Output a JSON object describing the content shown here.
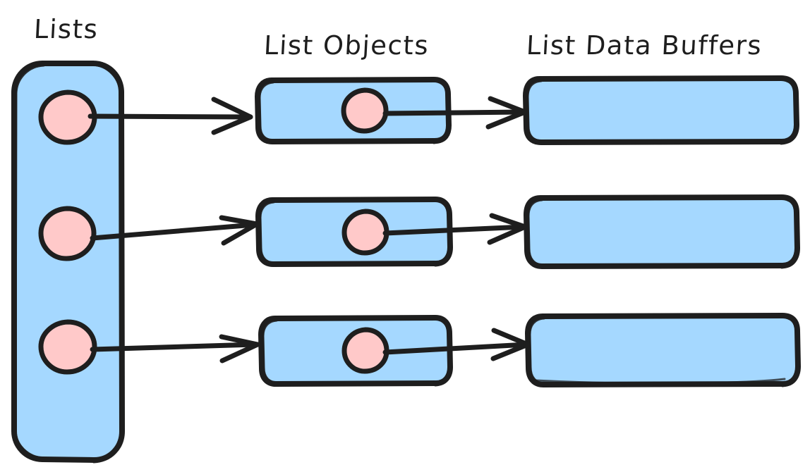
{
  "diagram": {
    "title": "Lists / List Objects / List Data Buffers memory layout",
    "style": "hand-drawn",
    "background": "#ffffff",
    "palette": {
      "stroke": "#1e1e1e",
      "container_fill": "#a5d8ff",
      "box_fill": "#a5d8ff",
      "pointer_fill": "#ffc9c9",
      "text": "#1e1e1e"
    },
    "columns": [
      {
        "id": "lists",
        "label": "Lists"
      },
      {
        "id": "list-objects",
        "label": "List Objects"
      },
      {
        "id": "list-buffers",
        "label": "List Data Buffers"
      }
    ],
    "lists_container": {
      "label": "Lists",
      "slot_count": 3,
      "slots": [
        {
          "index": 0,
          "kind": "pointer-circle"
        },
        {
          "index": 1,
          "kind": "pointer-circle"
        },
        {
          "index": 2,
          "kind": "pointer-circle"
        }
      ]
    },
    "rows": [
      {
        "index": 0,
        "list_object": {
          "label": "",
          "has_pointer": true
        },
        "data_buffer": {
          "label": ""
        },
        "arrow_in_label": "",
        "arrow_out_label": ""
      },
      {
        "index": 1,
        "list_object": {
          "label": "",
          "has_pointer": true
        },
        "data_buffer": {
          "label": ""
        },
        "arrow_in_label": "",
        "arrow_out_label": ""
      },
      {
        "index": 2,
        "list_object": {
          "label": "",
          "has_pointer": true
        },
        "data_buffer": {
          "label": ""
        },
        "arrow_in_label": "",
        "arrow_out_label": ""
      }
    ],
    "edges": [
      {
        "from": "lists.slot.0",
        "to": "list-object.0",
        "type": "arrow"
      },
      {
        "from": "lists.slot.1",
        "to": "list-object.1",
        "type": "arrow"
      },
      {
        "from": "lists.slot.2",
        "to": "list-object.2",
        "type": "arrow"
      },
      {
        "from": "list-object.0.pointer",
        "to": "list-buffer.0",
        "type": "arrow"
      },
      {
        "from": "list-object.1.pointer",
        "to": "list-buffer.1",
        "type": "arrow"
      },
      {
        "from": "list-object.2.pointer",
        "to": "list-buffer.2",
        "type": "arrow"
      }
    ]
  }
}
